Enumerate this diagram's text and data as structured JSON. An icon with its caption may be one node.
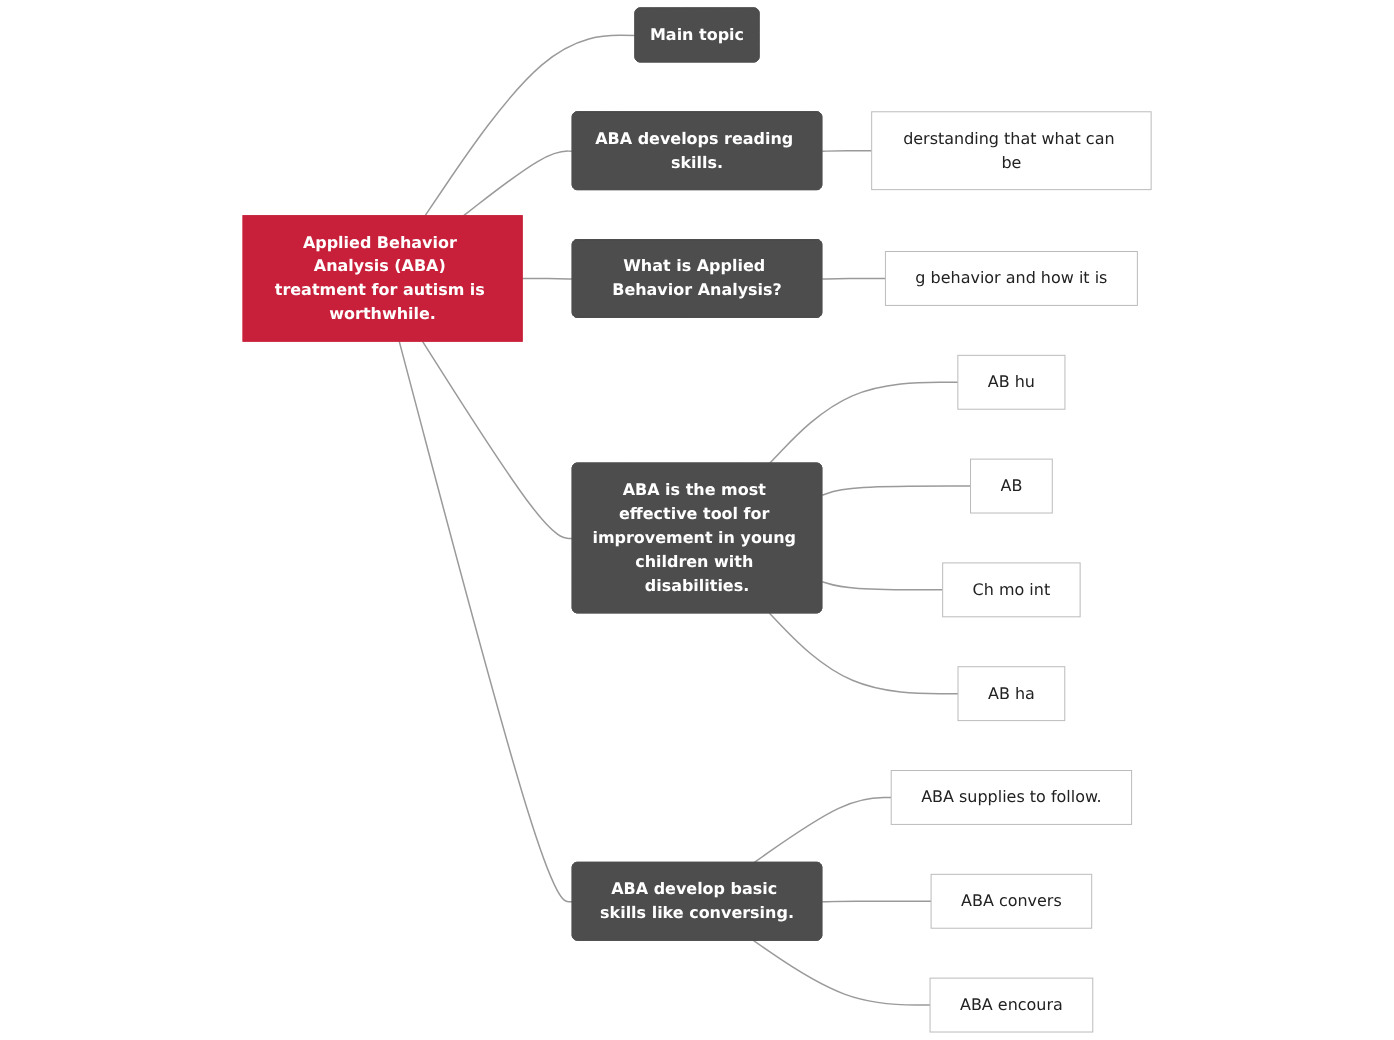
{
  "diagram": {
    "nodes": [
      {
        "text": [
          "Applied Behavior Analysis (ABA) treatment for autism is worthwhile."
        ]
      },
      {
        "text": [
          "Main topic"
        ]
      },
      {
        "text": [
          "ABA develops reading skills."
        ]
      },
      {
        "text": [
          "derstanding that what can be"
        ]
      },
      {
        "text": [
          "What is Applied Behavior Analysis?"
        ]
      },
      {
        "text": [
          "g behavior and how it is"
        ]
      },
      {
        "text": [
          "ABA is the most effective tool for improvement in young children with disabilities."
        ]
      },
      {
        "text": [
          "AB hu"
        ]
      },
      {
        "text": [
          "AB"
        ]
      },
      {
        "text": [
          "Ch mo int"
        ]
      },
      {
        "text": [
          "AB ha"
        ]
      },
      {
        "text": [
          "ABA develop basic skills like conversing."
        ]
      },
      {
        "text": [
          "ABA supplies to follow."
        ]
      },
      {
        "text": [
          "ABA convers"
        ]
      },
      {
        "text": [
          "ABA encoura"
        ]
      }
    ],
    "edges": [
      {
        "from": 0,
        "to": 1,
        "arrow": "none"
      },
      {
        "from": 0,
        "to": 2,
        "arrow": "none"
      },
      {
        "from": 2,
        "to": 3,
        "arrow": "none"
      },
      {
        "from": 0,
        "to": 4,
        "arrow": "none"
      },
      {
        "from": 4,
        "to": 5,
        "arrow": "none"
      },
      {
        "from": 0,
        "to": 6,
        "arrow": "none"
      },
      {
        "from": 6,
        "to": 7,
        "arrow": "none"
      },
      {
        "from": 6,
        "to": 8,
        "arrow": "none"
      },
      {
        "from": 6,
        "to": 9,
        "arrow": "none"
      },
      {
        "from": 6,
        "to": 10,
        "arrow": "none"
      },
      {
        "from": 0,
        "to": 11,
        "arrow": "none"
      },
      {
        "from": 11,
        "to": 12,
        "arrow": "none"
      },
      {
        "from": 11,
        "to": 13,
        "arrow": "none"
      },
      {
        "from": 11,
        "to": 14,
        "arrow": "none"
      }
    ]
  }
}
